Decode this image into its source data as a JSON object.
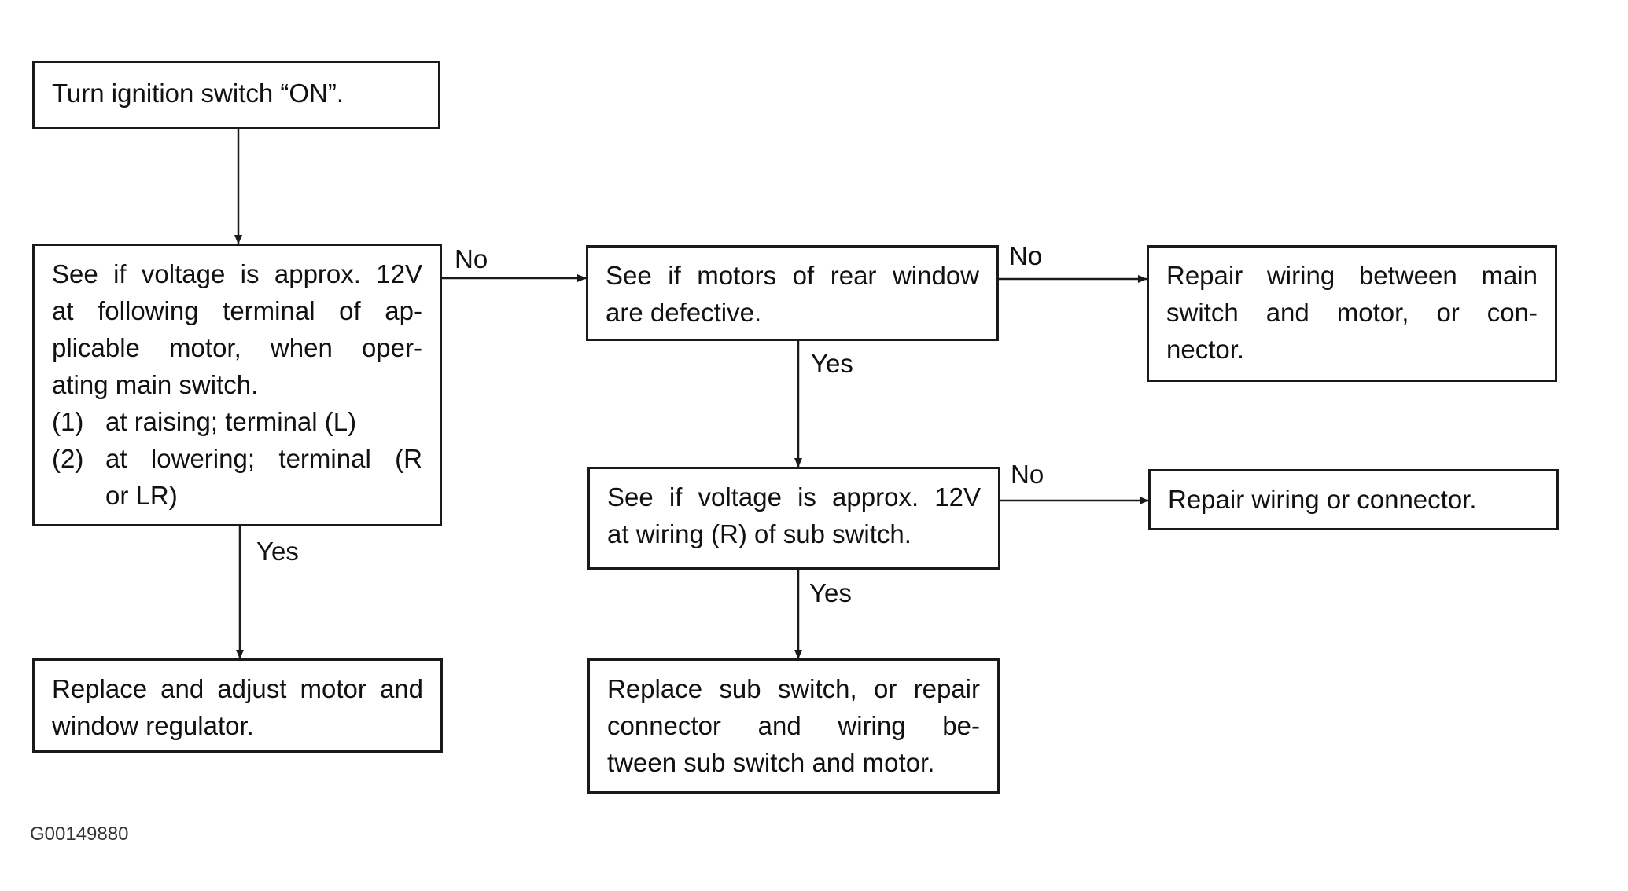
{
  "boxes": {
    "start": {
      "lines": [
        "Turn ignition switch “ON”."
      ]
    },
    "check_voltage": {
      "lines": [
        "See if voltage is approx. 12V",
        "at following terminal of ap-",
        "plicable motor, when oper-",
        "ating main switch."
      ],
      "items": [
        {
          "num": "(1)",
          "text": "at raising; terminal (L)"
        },
        {
          "num": "(2)",
          "text": "at lowering; terminal (R"
        },
        {
          "num": "",
          "text": "or LR)"
        }
      ]
    },
    "rear_motors": {
      "lines": [
        "See if motors of rear window",
        "are defective."
      ]
    },
    "repair_main": {
      "lines": [
        "Repair wiring between main",
        "switch and motor, or con-",
        "nector."
      ]
    },
    "sub_voltage": {
      "lines": [
        "See if voltage is approx. 12V",
        "at wiring (R) of sub switch."
      ]
    },
    "repair_wiring": {
      "lines": [
        "Repair wiring or connector."
      ]
    },
    "replace_motor": {
      "lines": [
        "Replace and adjust motor and",
        "window regulator."
      ]
    },
    "replace_sub": {
      "lines": [
        "Replace sub switch, or repair",
        "connector and wiring be-",
        "tween sub switch and motor."
      ]
    }
  },
  "labels": {
    "no_1": "No",
    "no_2": "No",
    "no_3": "No",
    "yes_1": "Yes",
    "yes_2": "Yes",
    "yes_3": "Yes"
  },
  "caption": "G00149880"
}
